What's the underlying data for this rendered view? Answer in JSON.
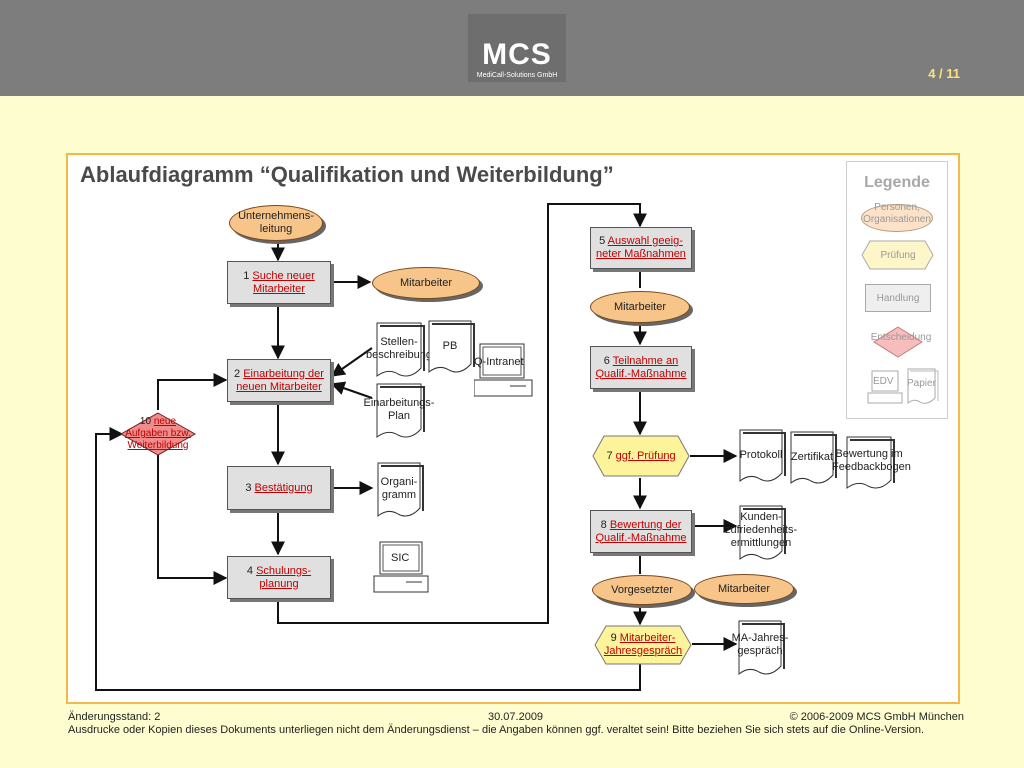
{
  "header": {
    "logo_text": "MCS",
    "logo_sub": "MediCall-Solutions GmbH",
    "page": "4 / 11"
  },
  "title": "Ablaufdiagramm “Qualifikation und Weiterbildung”",
  "legend": {
    "title": "Legende",
    "person": "Personen, Organisationen",
    "check": "Prüfung",
    "action": "Handlung",
    "decision": "Entscheidung",
    "edv": "EDV",
    "paper": "Papier"
  },
  "nodes": {
    "unternehmensleitung": "Unternehmens-\nleitung",
    "step1_num": "1",
    "step1": "Suche neuer\nMitarbeiter",
    "mitarbeiter1": "Mitarbeiter",
    "stellenbeschreibung": "Stellen-\nbeschreibung",
    "pb": "PB",
    "q_intranet": "Q-Intranet",
    "step2_num": "2",
    "step2": "Einarbeitung der\nneuen Mitarbeiter",
    "einarbeitungsplan": "Einarbeitungs-\nPlan",
    "step10_num": "10",
    "step10": "neue\nAufgaben bzw.\nWeiterbildung",
    "step3_num": "3",
    "step3": "Bestätigung",
    "organigramm": "Organi-\ngramm",
    "sic": "SIC",
    "step4_num": "4",
    "step4": "Schulungs-\nplanung",
    "step5_num": "5",
    "step5": "Auswahl geeig-\nneter Maßnahmen",
    "mitarbeiter2": "Mitarbeiter",
    "step6_num": "6",
    "step6": "Teilnahme an\nQualif.-Maßnahme",
    "step7_num": "7",
    "step7": "ggf. Prüfung",
    "protokoll": "Protokoll",
    "zertifikat": "Zertifikat",
    "bewertung_fb": "Bewertung im\nFeedbackbogen",
    "step8_num": "8",
    "step8": "Bewertung der\nQualif.-Maßnahme",
    "kunden": "Kunden-\nzufriedenheits-\nermittlungen",
    "vorgesetzter": "Vorgesetzter",
    "mitarbeiter3": "Mitarbeiter",
    "step9_num": "9",
    "step9": "Mitarbeiter-\nJahresgespräch",
    "ma_jahres": "MA-Jahres-\ngespräch"
  },
  "footer": {
    "status": "Änderungsstand: 2",
    "date": "30.07.2009",
    "copyright": "© 2006-2009 MCS GmbH München",
    "note": "Ausdrucke oder Kopien dieses Dokuments unterliegen nicht dem Änderungsdienst – die Angaben können ggf. veraltet sein! Bitte beziehen Sie sich stets auf die Online-Version."
  }
}
